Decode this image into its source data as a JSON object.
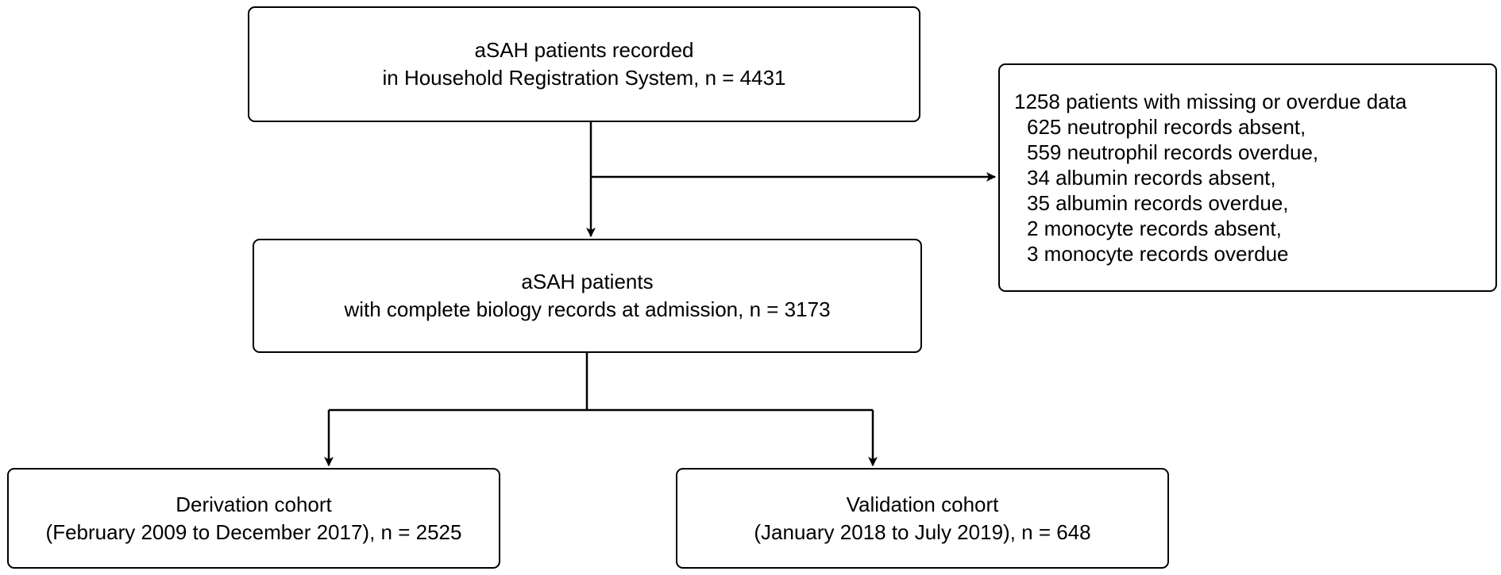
{
  "boxes": {
    "registered": {
      "line1": "aSAH patients  recorded",
      "line2": "in Household Registration System, n = 4431"
    },
    "complete": {
      "line1": "aSAH patients",
      "line2": "with complete biology records at admission, n = 3173"
    },
    "excluded": {
      "header": "1258 patients with missing or overdue data",
      "items": [
        "625 neutrophil records absent,",
        "559 neutrophil records overdue,",
        "34 albumin records absent,",
        "35 albumin records overdue,",
        "2 monocyte records absent,",
        "3 monocyte records overdue"
      ]
    },
    "derivation": {
      "line1": "Derivation cohort",
      "line2": "(February 2009 to December 2017), n = 2525"
    },
    "validation": {
      "line1": "Validation cohort",
      "line2": "(January 2018 to July 2019), n = 648"
    }
  }
}
